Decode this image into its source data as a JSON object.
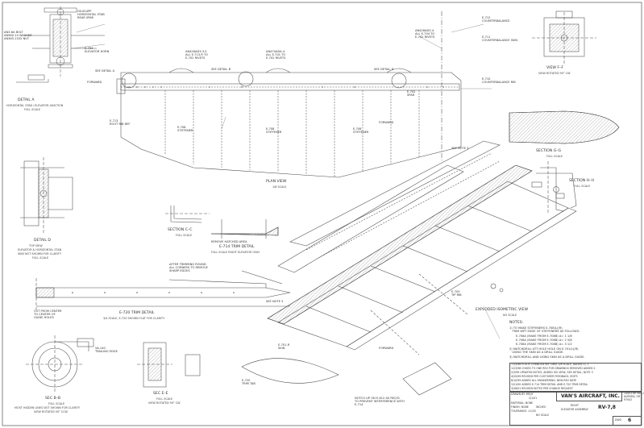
{
  "views": {
    "detail_a": {
      "title": "DETAIL A",
      "sub1": "HORIZONTAL STAB / ELEVATOR JUNCTION",
      "sub2": "FULL SCALE"
    },
    "detail_d": {
      "title": "DETAIL D",
      "sub1": "TOP VIEW",
      "sub2": "ELEVATOR & HORIZONTAL STAB",
      "sub3": "SKIN NOT SHOWN FOR CLARITY",
      "sub4": "FULL SCALE"
    },
    "plan_view": {
      "title": "PLAN VIEW",
      "sub": "1/8 SCALE"
    },
    "trim_detail_714": {
      "title": "E-714 TRIM DETAIL",
      "sub": "FULL SCALE RIGHT ELEVATOR ONLY"
    },
    "section_cc": {
      "title": "SECTION C–C",
      "sub": "FULL SCALE"
    },
    "trim_detail_720": {
      "title": "E-720 TRIM DETAIL",
      "sub": "3/4 SCALE, E-720 SHOWN FLAT FOR CLARITY"
    },
    "sec_bb": {
      "title": "SEC B–B",
      "sub1": "FULL SCALE",
      "sub2": "MOST HIDDEN LINES NOT SHOWN FOR CLARITY",
      "sub3": "VIEW ROTATED 90° CCW"
    },
    "sec_ee": {
      "title": "SEC E–E",
      "sub1": "FULL SCALE",
      "sub2": "VIEW ROTATED 90° CW"
    },
    "view_ff": {
      "title": "VIEW F–F",
      "sub": "VIEW ROTATED 90° CW"
    },
    "section_gg": {
      "title": "SECTION G–G",
      "sub": "FULL SCALE"
    },
    "section_hh": {
      "title": "SECTION H–H",
      "sub": "FULL SCALE"
    },
    "isometric": {
      "title": "EXPLODED ISOMETRIC VIEW",
      "sub": "NO SCALE"
    }
  },
  "callouts": {
    "see_detail_a": "SEE DETAIL A",
    "see_detail_b": "SEE DETAIL B",
    "see_detail_d": "SEE DETAIL D",
    "see_note_3": "SEE NOTE 3",
    "see_note_5": "SEE NOTE 5",
    "forward": "FORWARD",
    "root_rib": "E-713\nROOT RIB REF",
    "spar": "E-702\nSPAR",
    "skin": "E-701-R\nSKIN",
    "tip_rib": "E-703\nTIP RIB",
    "stiffener": "E-708\nSTIFFENER",
    "trim_tab": "E-720\nTRIM TAB",
    "horn": "E-704\nELEVATOR HORN",
    "counterbalance": "E-712\nCOUNTERBALANCE",
    "counterbalance_skin": "E-711\nCOUNTERBALANCE SKIN",
    "counterbalance_rib": "E-710\nCOUNTERBALANCE RIB",
    "trailing_edge": "VA-140\nTRAILING EDGE",
    "remove_hatched": "REMOVE HATCHED AREA",
    "after_trimming": "AFTER TRIMMING ROUND\nALL CORNERS TO REMOVE\nSHARP EDGES",
    "cut_from_center": "CUT FROM CENTER\nTO CENTER OF\nGUIDE HOLES",
    "rod_end": "HS-810PP\nHORIZONTAL STAB\nREAR SPAR",
    "bolt": "AN3-6A BOLT\nAN960-10 WASHER\nAN365-1032 NUT",
    "rivets_a": "AN426AD3-3.5\nALL E-713-R TO\nE-702 RIVETS",
    "rivets_b": "AN470AD4-4\nALL E-701 TO\nE-702 RIVETS",
    "rivets_c": "AN426AD3-4\nALL E-704 TO\nE-702 RIVETS",
    "notch_note": "NOTCH LIP ON E-612 AS REQ'D\nTO PREVENT INTERFERENCE WITH\nE-714"
  },
  "notes": {
    "heading": "NOTES:",
    "items": [
      "1) TO MAKE STIFFENERS E-708(L)(R)\n   TRIM WPT EDGE OF STIFFENERS AS FOLLOWS:",
      "E-708A (MAKE FROM E-708B) A= 1 1/8",
      "E-708A (MAKE FROM E-708B) A= 2 5/8",
      "E-708A (MAKE FROM E-708B) A= 3 1/2",
      "2) MATCHDRILL ATT HOLE HOLE ON E-701(L)(R)\n   USING THE SKIN AS A DRILL GUIDE.",
      "3) MATCHDRILL AND USING SKIN AS A DRILL GUIDE."
    ]
  },
  "revisions": [
    "11/4/98 ECN.9: CHANGED REF DWG 1/8 SCALE, ADDED CL 1",
    "12/3/98 CHGED TO ONE REV FOR DRAWINGS REMOVED ADDED 2",
    "2/3/99 UPDATED NOTES, ADDED ISO VIEW, SEE DETAIL, NOTE 3",
    "4/20/99 REVISED PER CUSTOMER FEEDBACK, EDITS",
    "6/10/99 ADDED ALL ENGINEERING, NEW REV DATE",
    "12/1/00 ADDED E-714 TRIM DETAIL AND E-720 TRIM DETAIL",
    "3/28/01 REVISED NOTES PER CHANGE REQUEST"
  ],
  "title_block": {
    "company": "VAN'S AIRCRAFT, INC.",
    "address": "14401 NE KEIL RD\nAURORA, OR\n97002",
    "title_line1": "RIGHT",
    "title_line2": "ELEVATOR ASSEMBLY",
    "model": "RV-7,8",
    "dwg_label": "DWG",
    "dwg_no": "6",
    "scale": "NO SCALE",
    "units": "INCHES",
    "drawn_by": "DRAWN BY: MR/JY",
    "date": "2/1/01",
    "material": "MATERIAL: NONE",
    "finish": "FINISH: NONE",
    "tolerance": "TOLERANCE: ±1/32"
  },
  "colors": {
    "line": "#4a4a4a",
    "hatch": "#6a6a6a",
    "paper": "#ffffff",
    "border": "#555555"
  }
}
